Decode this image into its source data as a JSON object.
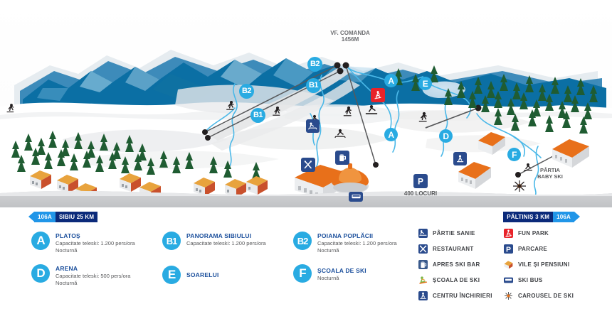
{
  "map": {
    "peak_label": {
      "name": "VF. COMANDA",
      "elevation": "1456M"
    },
    "parking_label": "400 LOCURI",
    "baby_slope_label_line1": "PÂRTIA",
    "baby_slope_label_line2": "BABY SKI",
    "markers": [
      {
        "id": "marker-b2-top",
        "label": "B2"
      },
      {
        "id": "marker-b2-mid",
        "label": "B2"
      },
      {
        "id": "marker-b1-top",
        "label": "B1"
      },
      {
        "id": "marker-b1-mid",
        "label": "B1"
      },
      {
        "id": "marker-a-upper",
        "label": "A"
      },
      {
        "id": "marker-a-lower",
        "label": "A"
      },
      {
        "id": "marker-e",
        "label": "E"
      },
      {
        "id": "marker-d",
        "label": "D"
      },
      {
        "id": "marker-f",
        "label": "F"
      }
    ],
    "signs": {
      "left": {
        "route": "106A",
        "destination": "SIBIU 25 KM"
      },
      "right": {
        "route": "106A",
        "destination": "PĂLTINIȘ 3 KM"
      }
    }
  },
  "legend": {
    "lifts": [
      {
        "code": "A",
        "name": "PLATOȘ",
        "capacity": "Capacitate teleski: 1.200 pers/ora",
        "night": "Nocturnă"
      },
      {
        "code": "D",
        "name": "ARENA",
        "capacity": "Capacitate teleski: 500 pers/ora",
        "night": "Nocturnă"
      },
      {
        "code": "B1",
        "name": "PANORAMA SIBIULUI",
        "capacity": "Capacitate teleski: 1.200 pers/ora",
        "night": ""
      },
      {
        "code": "E",
        "name": "SOARELUI",
        "capacity": "",
        "night": ""
      },
      {
        "code": "B2",
        "name": "POIANA POPLĂCII",
        "capacity": "Capacitate teleski: 1.200 pers/ora",
        "night": "Nocturnă"
      },
      {
        "code": "F",
        "name": "ȘCOALA DE SKI",
        "capacity": "",
        "night": "Nocturnă"
      }
    ],
    "amenities_left": [
      {
        "icon": "sled-slope-icon",
        "label": "PÂRTIE SANIE"
      },
      {
        "icon": "restaurant-icon",
        "label": "RESTAURANT"
      },
      {
        "icon": "apres-ski-bar-icon",
        "label": "APRES SKI BAR"
      },
      {
        "icon": "ski-school-icon",
        "label": "ȘCOALA DE SKI"
      },
      {
        "icon": "rental-center-icon",
        "label": "CENTRU ÎNCHIRIERI"
      }
    ],
    "amenities_right": [
      {
        "icon": "fun-park-icon",
        "label": "FUN PARK"
      },
      {
        "icon": "parking-icon",
        "label": "PARCARE"
      },
      {
        "icon": "villas-icon",
        "label": "VILE ȘI PENSIUNI"
      },
      {
        "icon": "ski-bus-icon",
        "label": "SKI BUS"
      },
      {
        "icon": "ski-carousel-icon",
        "label": "CAROUSEL DE SKI"
      }
    ]
  },
  "colors": {
    "marker_blue": "#29abe2",
    "sign_dark_blue": "#0b2a7a",
    "sign_light_blue": "#2196e8",
    "icon_blue": "#2a4b8d",
    "fun_park_red": "#e8232a",
    "mountain_blue": "#0b6fa4",
    "roof_orange": "#e8701a",
    "tree_green": "#1f5c32"
  }
}
